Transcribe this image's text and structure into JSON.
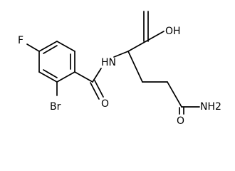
{
  "molecule": {
    "atoms": {
      "fluorine": "F",
      "bromine": "Br",
      "amide_oxygen": "O",
      "amide_nitrogen": "HN",
      "carboxylic_acid": "OH",
      "amide_terminal_oxygen": "O",
      "amide_terminal_nitrogen": "NH2"
    }
  }
}
